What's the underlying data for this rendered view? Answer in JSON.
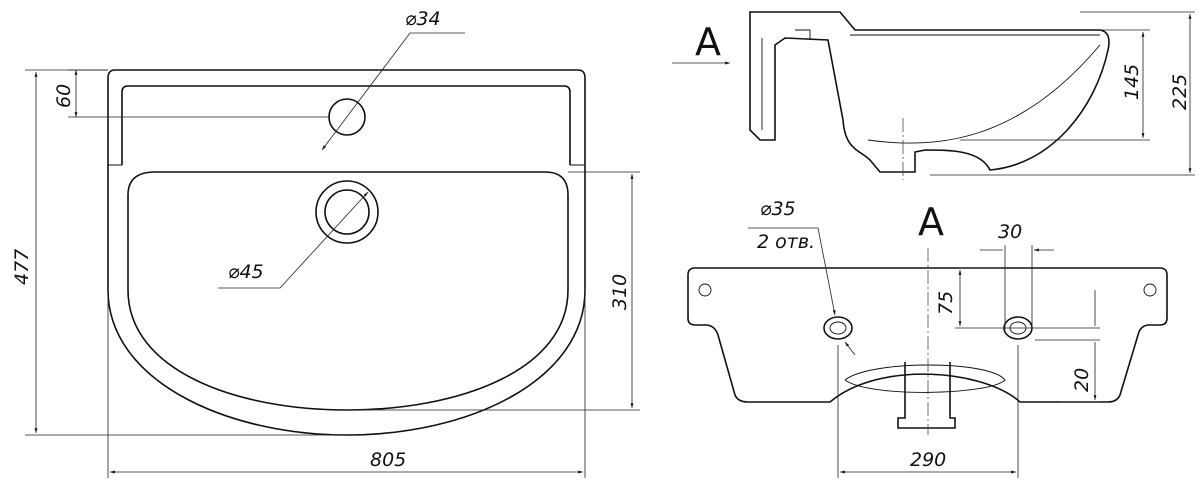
{
  "drawing": {
    "top_view": {
      "hole_tap_diameter": "⌀34",
      "rim_depth": "60",
      "overall_depth": "477",
      "drain_diameter": "⌀45",
      "bowl_depth": "310",
      "overall_width": "805"
    },
    "section_view": {
      "view_marker": "A",
      "bowl_height": "145",
      "overall_height": "225"
    },
    "front_view": {
      "view_label": "A",
      "mount_hole_diameter": "⌀35",
      "mount_hole_count": "2 отв.",
      "hole_offset": "30",
      "hole_height": "75",
      "lower_offset": "20",
      "drain_width": "290"
    }
  }
}
